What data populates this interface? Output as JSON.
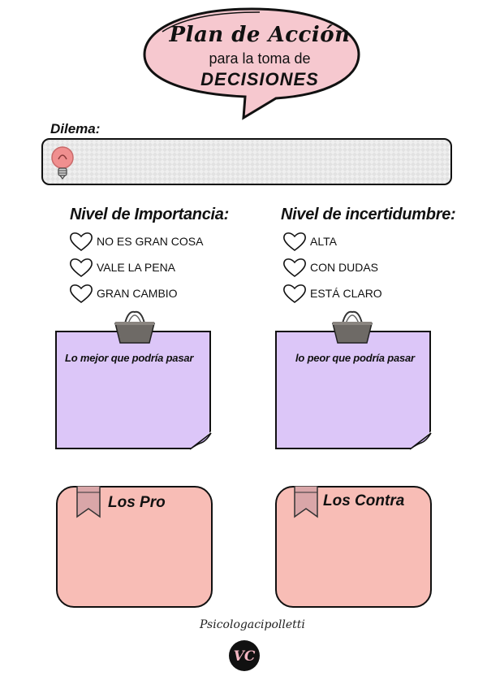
{
  "header": {
    "title_line1": "Plan de Acción",
    "title_line2": "para la toma de",
    "title_line3": "DECISIONES"
  },
  "dilema": {
    "label": "Dilema:",
    "value": ""
  },
  "importance": {
    "title": "Nivel de Importancia:",
    "options": [
      "NO ES GRAN COSA",
      "VALE LA PENA",
      "GRAN CAMBIO"
    ]
  },
  "uncertainty": {
    "title": "Nivel de incertidumbre:",
    "options": [
      "ALTA",
      "CON DUDAS",
      "ESTÁ CLARO"
    ]
  },
  "notes": {
    "best": "Lo mejor que podría pasar",
    "worst": "lo peor que podría pasar"
  },
  "cards": {
    "pros": "Los Pro",
    "cons": "Los Contra"
  },
  "footer": {
    "signature": "Psicologacipolletti",
    "logo_text": "VC"
  },
  "colors": {
    "bubble": "#f6c8cf",
    "note": "#dcc6f8",
    "card": "#f8bdb6",
    "bulb": "#f08f8f"
  },
  "icons": {
    "heart": "heart-outline",
    "bulb": "lightbulb",
    "clip": "binder-clip",
    "ribbon": "bookmark-ribbon"
  }
}
